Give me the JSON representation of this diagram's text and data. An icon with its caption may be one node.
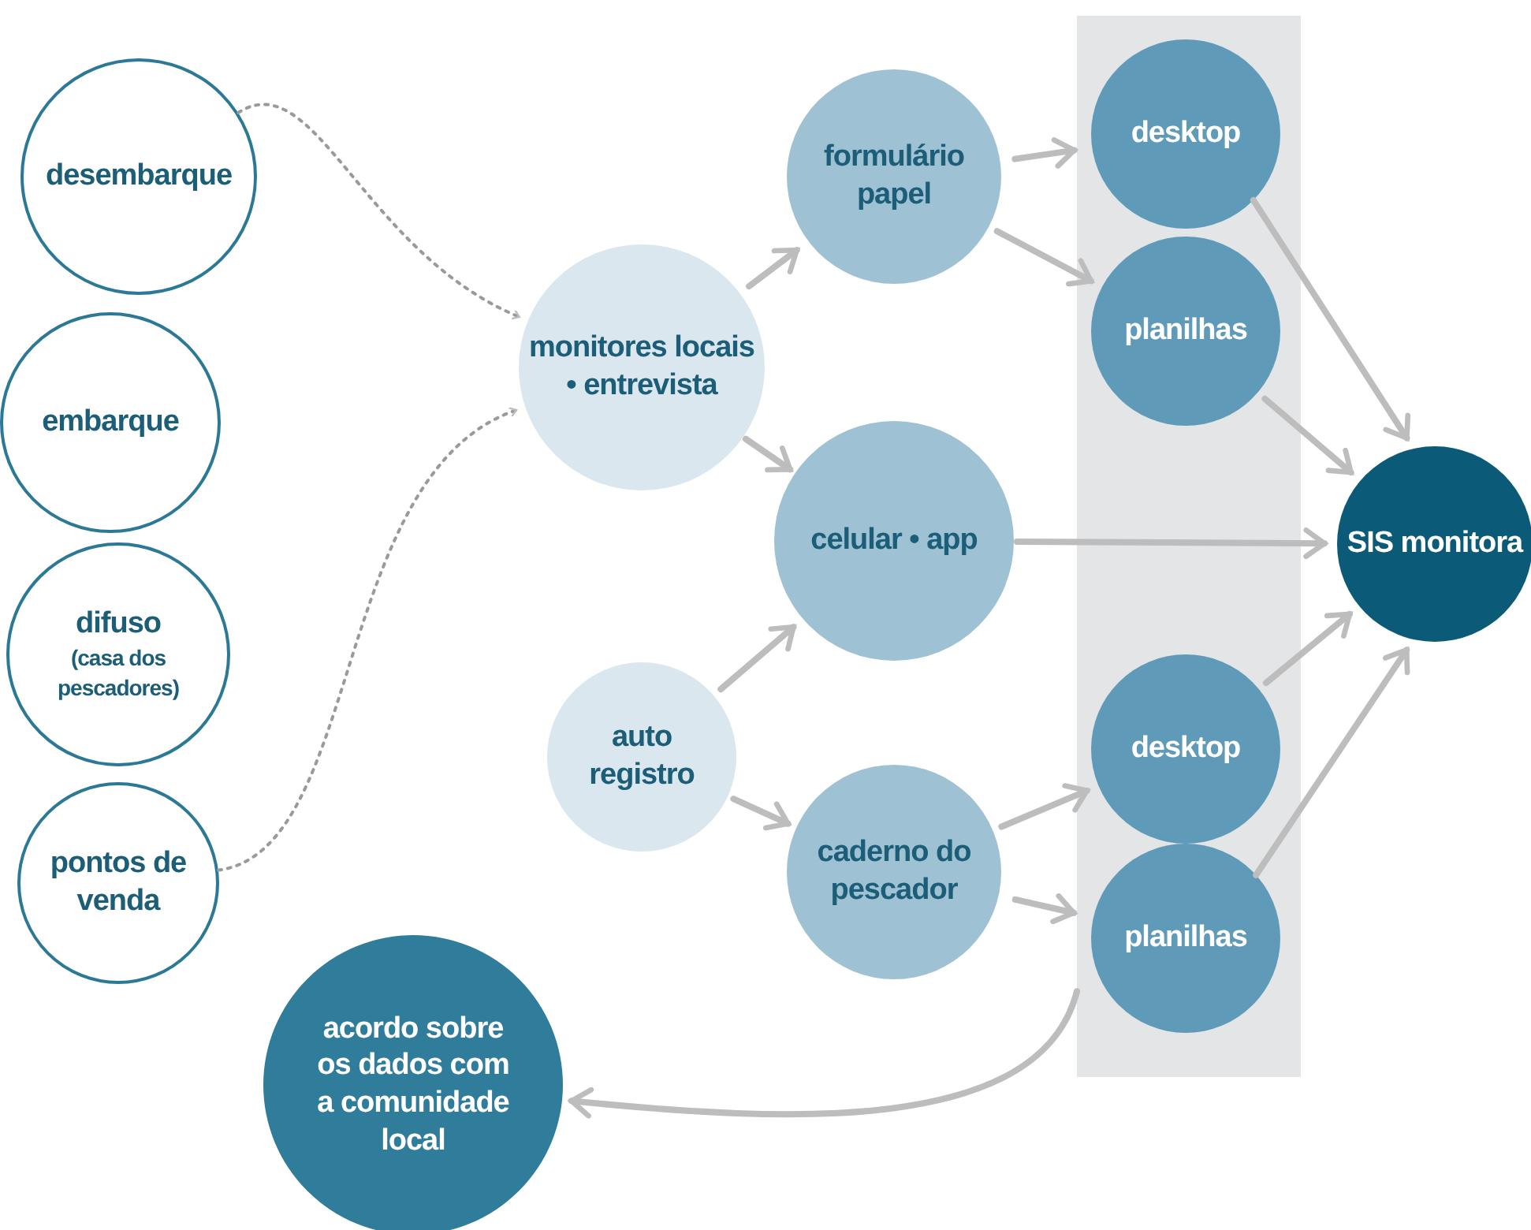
{
  "diagram": {
    "nodes": [
      {
        "text": [
          "desembarque"
        ]
      },
      {
        "text": [
          "embarque"
        ]
      },
      {
        "text": [
          "difuso",
          "(casa dos pescadores)"
        ]
      },
      {
        "text": [
          "pontos de venda"
        ]
      },
      {
        "text": [
          "monitores locais • entrevista"
        ]
      },
      {
        "text": [
          "auto registro"
        ]
      },
      {
        "text": [
          "formulário papel"
        ]
      },
      {
        "text": [
          "celular • app"
        ]
      },
      {
        "text": [
          "caderno do pescador"
        ]
      },
      {
        "text": [],
        "shape": "box"
      },
      {
        "text": [
          "desktop"
        ],
        "in": 9
      },
      {
        "text": [
          "planilhas"
        ],
        "in": 9
      },
      {
        "text": [
          "desktop"
        ],
        "in": 9
      },
      {
        "text": [
          "planilhas"
        ],
        "in": 9
      },
      {
        "text": [
          "SIS monitora"
        ]
      },
      {
        "text": [
          "acordo sobre os dados com a comunidade local"
        ]
      }
    ],
    "edges": [
      {
        "from": 0,
        "to": 4,
        "arrow": "to",
        "style": "dashed"
      },
      {
        "from": 3,
        "to": 4,
        "arrow": "to",
        "style": "dashed"
      },
      {
        "from": 4,
        "to": 6,
        "arrow": "to"
      },
      {
        "from": 4,
        "to": 7,
        "arrow": "to"
      },
      {
        "from": 5,
        "to": 7,
        "arrow": "to"
      },
      {
        "from": 5,
        "to": 8,
        "arrow": "to"
      },
      {
        "from": 6,
        "to": 10,
        "arrow": "to"
      },
      {
        "from": 6,
        "to": 11,
        "arrow": "to"
      },
      {
        "from": 7,
        "to": 14,
        "arrow": "to"
      },
      {
        "from": 8,
        "to": 12,
        "arrow": "to"
      },
      {
        "from": 8,
        "to": 13,
        "arrow": "to"
      },
      {
        "from": 10,
        "to": 14,
        "arrow": "to"
      },
      {
        "from": 11,
        "to": 14,
        "arrow": "to"
      },
      {
        "from": 12,
        "to": 14,
        "arrow": "to"
      },
      {
        "from": 13,
        "to": 14,
        "arrow": "to"
      },
      {
        "from": 9,
        "to": 15,
        "arrow": "to"
      }
    ]
  }
}
